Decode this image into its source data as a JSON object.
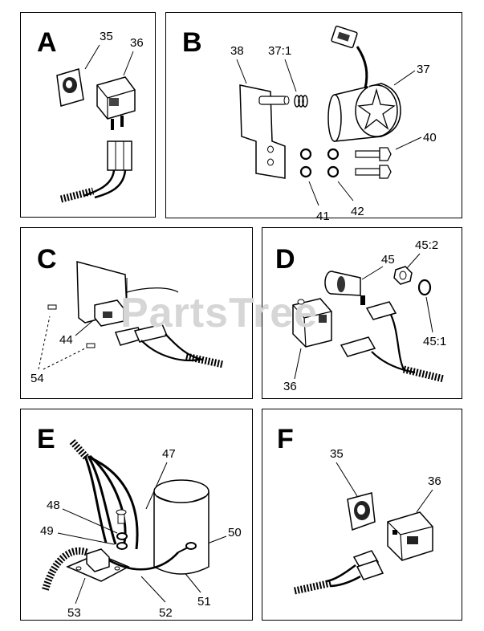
{
  "watermark": "PartsTree",
  "panels": {
    "a": {
      "title": "A",
      "callouts": [
        "35",
        "36"
      ]
    },
    "b": {
      "title": "B",
      "callouts": [
        "38",
        "37:1",
        "37",
        "40",
        "41",
        "42"
      ]
    },
    "c": {
      "title": "C",
      "callouts": [
        "44",
        "54"
      ]
    },
    "d": {
      "title": "D",
      "callouts": [
        "45",
        "45:2",
        "45:1",
        "36"
      ]
    },
    "e": {
      "title": "E",
      "callouts": [
        "47",
        "48",
        "49",
        "50",
        "51",
        "52",
        "53"
      ]
    },
    "f": {
      "title": "F",
      "callouts": [
        "35",
        "36"
      ]
    }
  }
}
